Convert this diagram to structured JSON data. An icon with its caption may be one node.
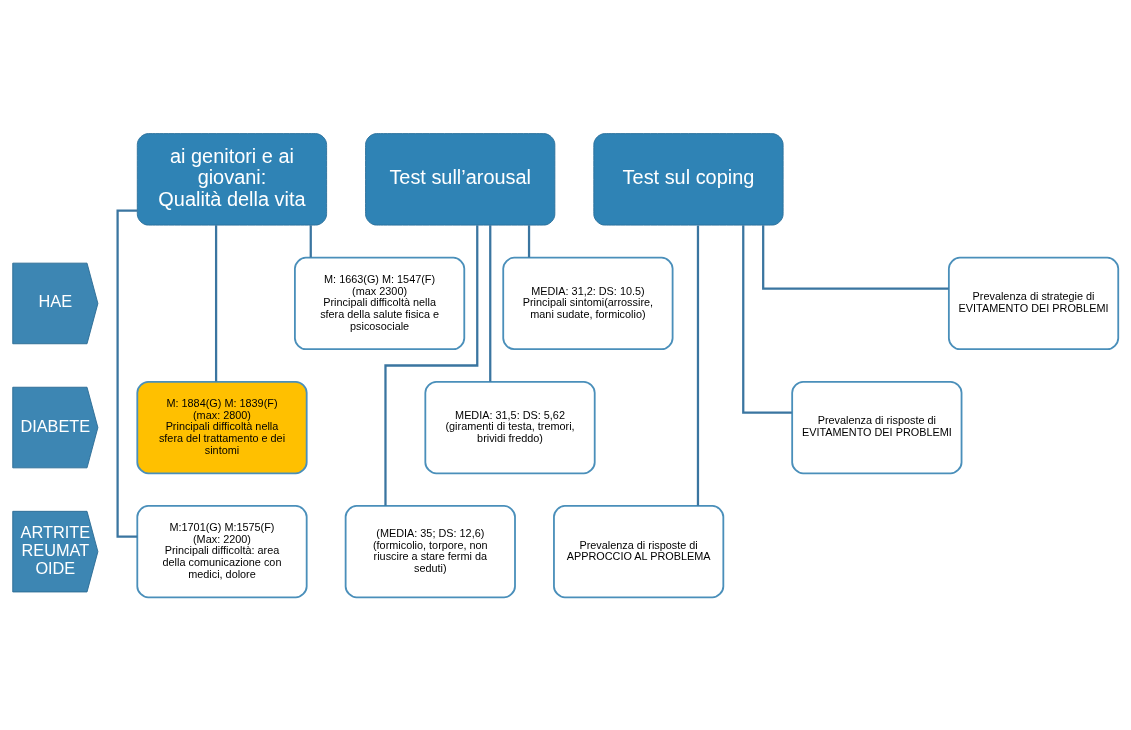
{
  "diagram": {
    "nodes": [
      {
        "text": [
          "ai genitori e ai giovani:",
          "Qualità della vita"
        ]
      },
      {
        "text": [
          "Test sull’arousal"
        ]
      },
      {
        "text": [
          "Test sul coping"
        ]
      },
      {
        "text": [
          "HAE"
        ]
      },
      {
        "text": [
          "DIABETE"
        ]
      },
      {
        "text": [
          "ARTRITE REUMAT OIDE"
        ]
      },
      {
        "text": [
          "M: 1663(G) M: 1547(F)",
          "(max 2300)",
          "Principali difficoltà nella sfera della salute fisica e psicosociale"
        ]
      },
      {
        "text": [
          "MEDIA: 31,2: DS: 10.5)",
          "Principali sintomi(arrossire, mani sudate, formicolio)"
        ]
      },
      {
        "text": [
          "Prevalenza di strategie di EVITAMENTO DEI PROBLEMI"
        ]
      },
      {
        "text": [
          "M: 1884(G) M: 1839(F)",
          "(max: 2800)",
          "Principali difficoltà nella sfera del trattamento e dei sintomi"
        ]
      },
      {
        "text": [
          "MEDIA: 31,5: DS: 5,62",
          "(giramenti di testa, tremori, brividi freddo)"
        ]
      },
      {
        "text": [
          "Prevalenza di risposte di EVITAMENTO DEI PROBLEMI"
        ]
      },
      {
        "text": [
          "M:1701(G) M:1575(F)",
          "(Max: 2200)",
          "Principali difficoltà: area della comunicazione con medici, dolore"
        ]
      },
      {
        "text": [
          "(MEDIA: 35; DS: 12,6)",
          "(formicolio, torpore, non riuscire a stare fermi da seduti)"
        ]
      },
      {
        "text": [
          "Prevalenza di risposte di APPROCCIO AL PROBLEMA"
        ]
      }
    ],
    "edges": [
      {
        "from": 0,
        "to": 6,
        "arrow": "none"
      },
      {
        "from": 0,
        "to": 9,
        "arrow": "none"
      },
      {
        "from": 0,
        "to": 12,
        "arrow": "none"
      },
      {
        "from": 1,
        "to": 7,
        "arrow": "none"
      },
      {
        "from": 1,
        "to": 10,
        "arrow": "none"
      },
      {
        "from": 1,
        "to": 13,
        "arrow": "none"
      },
      {
        "from": 2,
        "to": 8,
        "arrow": "none"
      },
      {
        "from": 2,
        "to": 11,
        "arrow": "none"
      },
      {
        "from": 2,
        "to": 14,
        "arrow": "none"
      }
    ]
  }
}
